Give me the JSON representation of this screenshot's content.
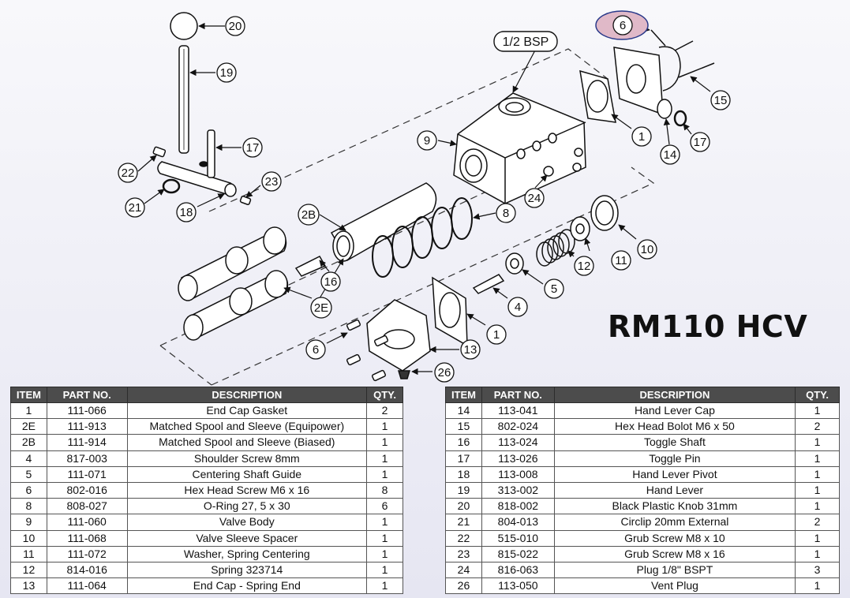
{
  "title": "RM110 HCV",
  "diagram": {
    "port_label": "1/2 BSP",
    "callouts": [
      "20",
      "19",
      "17",
      "22",
      "23",
      "21",
      "18",
      "6",
      "15",
      "17",
      "14",
      "1",
      "9",
      "24",
      "8",
      "2B",
      "16",
      "2E",
      "10",
      "11",
      "12",
      "5",
      "4",
      "1",
      "6",
      "13",
      "26"
    ]
  },
  "table": {
    "headers": [
      "ITEM",
      "PART NO.",
      "DESCRIPTION",
      "QTY."
    ],
    "left_rows": [
      [
        "1",
        "111-066",
        "End Cap Gasket",
        "2"
      ],
      [
        "2E",
        "111-913",
        "Matched Spool and Sleeve (Equipower)",
        "1"
      ],
      [
        "2B",
        "111-914",
        "Matched Spool and Sleeve (Biased)",
        "1"
      ],
      [
        "4",
        "817-003",
        "Shoulder Screw 8mm",
        "1"
      ],
      [
        "5",
        "111-071",
        "Centering Shaft Guide",
        "1"
      ],
      [
        "6",
        "802-016",
        "Hex Head Screw M6 x 16",
        "8"
      ],
      [
        "8",
        "808-027",
        "O-Ring 27, 5 x 30",
        "6"
      ],
      [
        "9",
        "111-060",
        "Valve Body",
        "1"
      ],
      [
        "10",
        "111-068",
        "Valve Sleeve Spacer",
        "1"
      ],
      [
        "11",
        "111-072",
        "Washer, Spring Centering",
        "1"
      ],
      [
        "12",
        "814-016",
        "Spring 323714",
        "1"
      ],
      [
        "13",
        "111-064",
        "End Cap - Spring End",
        "1"
      ]
    ],
    "right_rows": [
      [
        "14",
        "113-041",
        "Hand Lever Cap",
        "1"
      ],
      [
        "15",
        "802-024",
        "Hex Head Bolot M6 x 50",
        "2"
      ],
      [
        "16",
        "113-024",
        "Toggle Shaft",
        "1"
      ],
      [
        "17",
        "113-026",
        "Toggle Pin",
        "1"
      ],
      [
        "18",
        "113-008",
        "Hand Lever Pivot",
        "1"
      ],
      [
        "19",
        "313-002",
        "Hand Lever",
        "1"
      ],
      [
        "20",
        "818-002",
        "Black Plastic Knob 31mm",
        "1"
      ],
      [
        "21",
        "804-013",
        "Circlip 20mm External",
        "2"
      ],
      [
        "22",
        "515-010",
        "Grub Screw M8 x 10",
        "1"
      ],
      [
        "23",
        "815-022",
        "Grub Screw M8 x 16",
        "1"
      ],
      [
        "24",
        "816-063",
        "Plug 1/8\" BSPT",
        "3"
      ],
      [
        "26",
        "113-050",
        "Vent Plug",
        "1"
      ]
    ]
  }
}
